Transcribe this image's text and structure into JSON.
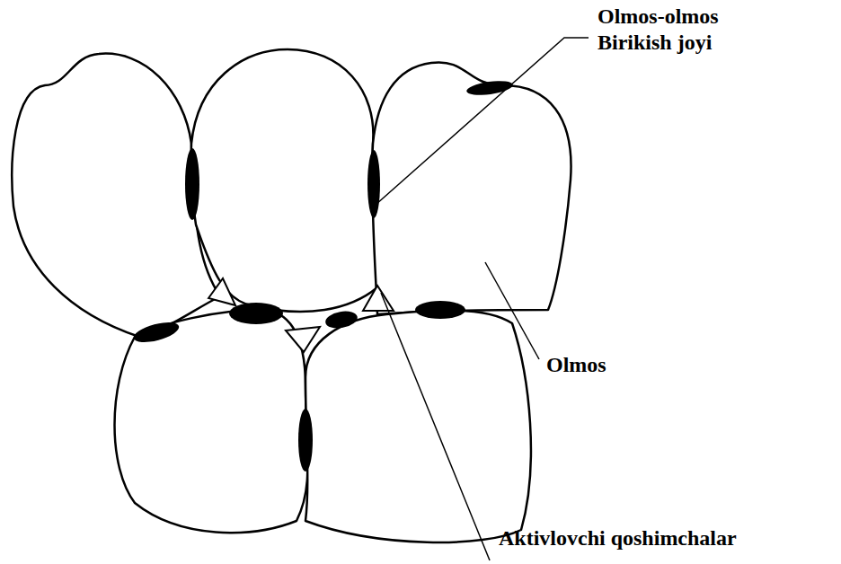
{
  "diagram": {
    "labels": [
      "Olmos-olmos Birikish joyi",
      "Olmos",
      "Aktivlovchi qoshimchalar"
    ]
  }
}
